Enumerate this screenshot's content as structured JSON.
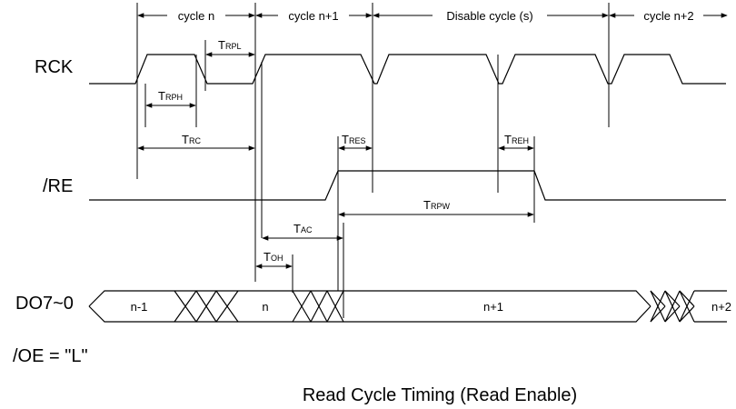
{
  "title": "Read Cycle Timing (Read Enable)",
  "signals": {
    "rck": "RCK",
    "re": "/RE",
    "do": "DO7~0",
    "oe": "/OE = \"L\""
  },
  "cycles": {
    "n": "cycle n",
    "n1": "cycle n+1",
    "disable": "Disable cycle (s)",
    "n2": "cycle n+2"
  },
  "timings": {
    "trpl": {
      "main": "T",
      "sub": "RPL"
    },
    "trph": {
      "main": "T",
      "sub": "RPH"
    },
    "trc": {
      "main": "T",
      "sub": "RC"
    },
    "tres": {
      "main": "T",
      "sub": "RES"
    },
    "treh": {
      "main": "T",
      "sub": "REH"
    },
    "trpw": {
      "main": "T",
      "sub": "RPW"
    },
    "tac": {
      "main": "T",
      "sub": "AC"
    },
    "toh": {
      "main": "T",
      "sub": "OH"
    }
  },
  "data_values": {
    "d1": "n-1",
    "d2": "n",
    "d3": "n+1",
    "d4": "n+2"
  }
}
